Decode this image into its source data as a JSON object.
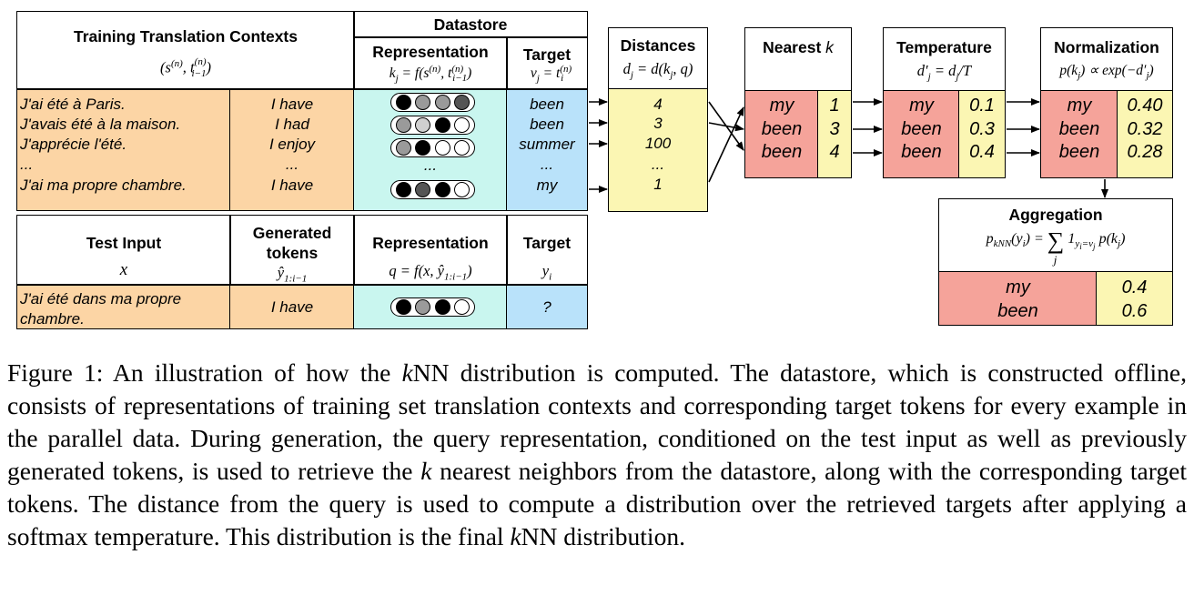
{
  "training": {
    "header": "Training Translation Contexts",
    "notation": "(s(n), t(n)i−1)",
    "sources": [
      "J'ai été à Paris.",
      "J'avais été à la maison.",
      "J'apprécie l'été.",
      "...",
      "J'ai ma propre chambre."
    ],
    "prefixes": [
      "I have",
      "I had",
      "I enjoy",
      "...",
      "I have"
    ]
  },
  "datastore": {
    "header": "Datastore",
    "representation_header": "Representation",
    "representation_formula": "kj = f(s(n), t(n)i−1)",
    "target_header": "Target",
    "target_formula": "vj = t(n)i",
    "targets": [
      "been",
      "been",
      "summer",
      "...",
      "my"
    ],
    "ellipsis": "...",
    "vectors": [
      [
        "black",
        "gray",
        "gray",
        "dark"
      ],
      [
        "gray",
        "light",
        "black",
        "white"
      ],
      [
        "gray",
        "black",
        "white",
        "white"
      ],
      [
        "black",
        "dark",
        "black",
        "white"
      ]
    ]
  },
  "test": {
    "input_header": "Test Input",
    "input_symbol": "x",
    "generated_header_line1": "Generated",
    "generated_header_line2": "tokens",
    "generated_formula": "ŷ1:i−1",
    "representation_header": "Representation",
    "representation_formula": "q = f(x, ŷ1:i−1)",
    "target_header": "Target",
    "target_formula": "yi",
    "input_line1": "J'ai été dans ma propre",
    "input_line2": "chambre.",
    "generated": "I have",
    "query_vector": [
      "black",
      "gray",
      "black",
      "white"
    ],
    "target": "?"
  },
  "distances": {
    "header": "Distances",
    "formula": "dj = d(kj, q)",
    "values": [
      "4",
      "3",
      "100",
      "...",
      "1"
    ]
  },
  "nearest": {
    "header": "Nearest",
    "header_k": "k",
    "tokens": [
      "my",
      "been",
      "been"
    ],
    "values": [
      "1",
      "3",
      "4"
    ]
  },
  "temperature": {
    "header": "Temperature",
    "formula": "d′j = dj/T",
    "tokens": [
      "my",
      "been",
      "been"
    ],
    "values": [
      "0.1",
      "0.3",
      "0.4"
    ]
  },
  "normalization": {
    "header": "Normalization",
    "formula": "p(kj) ∝ exp(−d′j)",
    "tokens": [
      "my",
      "been",
      "been"
    ],
    "values": [
      "0.40",
      "0.32",
      "0.28"
    ]
  },
  "aggregation": {
    "header": "Aggregation",
    "formula_lhs": "pkNN(yi) = ",
    "formula_rhs": "1yi=vj p(kj)",
    "sum_symbol": "∑",
    "sum_index": "j",
    "tokens": [
      "my",
      "been"
    ],
    "values": [
      "0.4",
      "0.6"
    ]
  },
  "caption": {
    "prefix": "Figure 1: An illustration of how the ",
    "k1": "k",
    "part2": "NN distribution is computed. The datastore, which is constructed offline, consists of representations of training set translation contexts and corresponding target tokens for every example in the parallel data. During generation, the query representation, conditioned on the test input as well as previously generated tokens, is used to retrieve the ",
    "k2": "k",
    "part3": " nearest neighbors from the datastore, along with the corresponding target tokens. The distance from the query is used to compute a distribution over the retrieved targets after applying a softmax temperature. This distribution is the final ",
    "k3": "k",
    "part4": "NN distribution."
  },
  "colors": {
    "orange": "#fcd5a5",
    "cyan": "#c9f6ef",
    "blue": "#b9e2fa",
    "yellow": "#fbf6b3",
    "red": "#f5a39a",
    "dot_black": "#000000",
    "dot_dark": "#555555",
    "dot_gray": "#9a9a9a",
    "dot_light": "#cfcfcf",
    "dot_white": "#ffffff"
  }
}
